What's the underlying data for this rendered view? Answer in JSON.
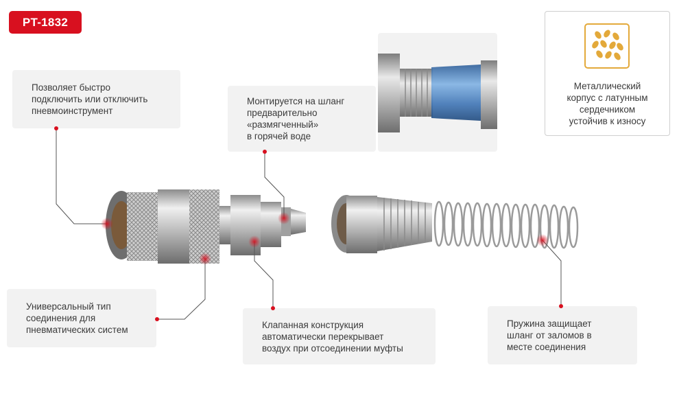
{
  "badge": "PT-1832",
  "callouts": {
    "quick_connect": [
      "Позволяет быстро",
      "подключить или отключить",
      "пневмоинструмент"
    ],
    "mount": [
      "Монтируется на шланг",
      "предварительно",
      "«размягченный»",
      "в горячей воде"
    ],
    "universal": [
      "Универсальный тип",
      "соединения для",
      "пневматических систем"
    ],
    "valve": [
      "Клапанная конструкция",
      "автоматически перекрывает",
      "воздух при отсоединении муфты"
    ],
    "spring": [
      "Пружина защищает",
      "шланг от заломов в",
      "месте соединения"
    ]
  },
  "feature": {
    "icon": "brass-grain-icon",
    "text": [
      "Металлический",
      "корпус с латунным",
      "сердечником",
      "устойчив к износу"
    ]
  },
  "colors": {
    "accent": "#d8101f",
    "brass": "#e3a93a",
    "panel": "#f2f2f2"
  }
}
